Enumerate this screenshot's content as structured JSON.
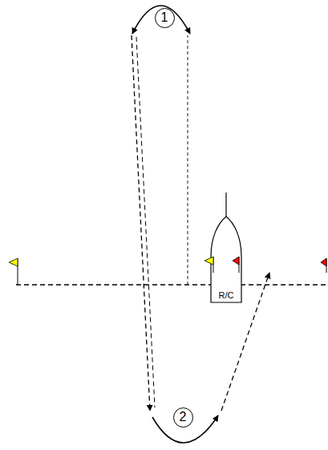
{
  "diagram": {
    "nodes": [
      {
        "text": [
          "1"
        ]
      },
      {
        "text": [
          "R/C"
        ]
      },
      {
        "text": [
          "2"
        ]
      }
    ]
  }
}
